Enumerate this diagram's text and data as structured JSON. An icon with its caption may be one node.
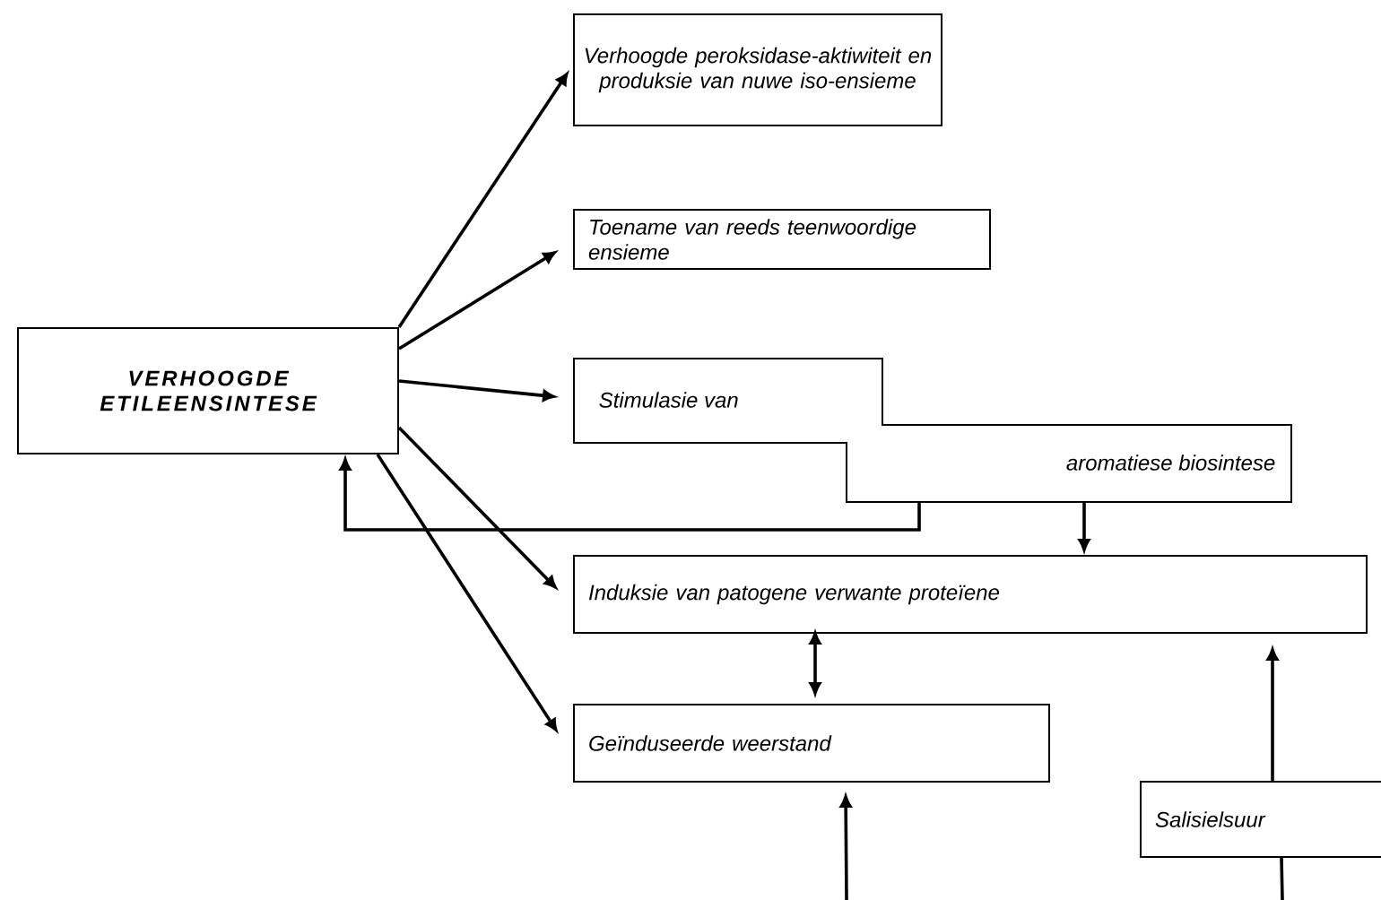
{
  "diagram": {
    "nodes": [
      {
        "text": [
          "VERHOOGDE ETILEENSINTESE"
        ]
      },
      {
        "text": [
          "Verhoogde peroksidase-aktiwiteit en produksie van nuwe iso-ensieme"
        ]
      },
      {
        "text": [
          "Toename van reeds teenwoordige ensieme"
        ]
      },
      {
        "text": [
          "Stimulasie van",
          "aromatiese biosintese"
        ]
      },
      {
        "text": [
          "Induksie van patogene verwante proteïene"
        ]
      },
      {
        "text": [
          "Geïnduseerde weerstand"
        ]
      },
      {
        "text": [
          "Salisielsuur"
        ]
      }
    ],
    "edges": [
      {
        "from": 0,
        "to": 1,
        "arrow": "to"
      },
      {
        "from": 0,
        "to": 2,
        "arrow": "to"
      },
      {
        "from": 0,
        "to": 3,
        "arrow": "to"
      },
      {
        "from": 0,
        "to": 4,
        "arrow": "to"
      },
      {
        "from": 0,
        "to": 5,
        "arrow": "to"
      },
      {
        "from": 3,
        "to": 0,
        "arrow": "to"
      },
      {
        "from": 3,
        "to": 4,
        "arrow": "to"
      },
      {
        "from": 4,
        "to": 5,
        "arrow": "both"
      },
      {
        "from": 6,
        "to": 4,
        "arrow": "to"
      },
      {
        "from": null,
        "to": 5,
        "arrow": "to"
      },
      {
        "from": null,
        "to": 6,
        "arrow": "none"
      }
    ]
  }
}
